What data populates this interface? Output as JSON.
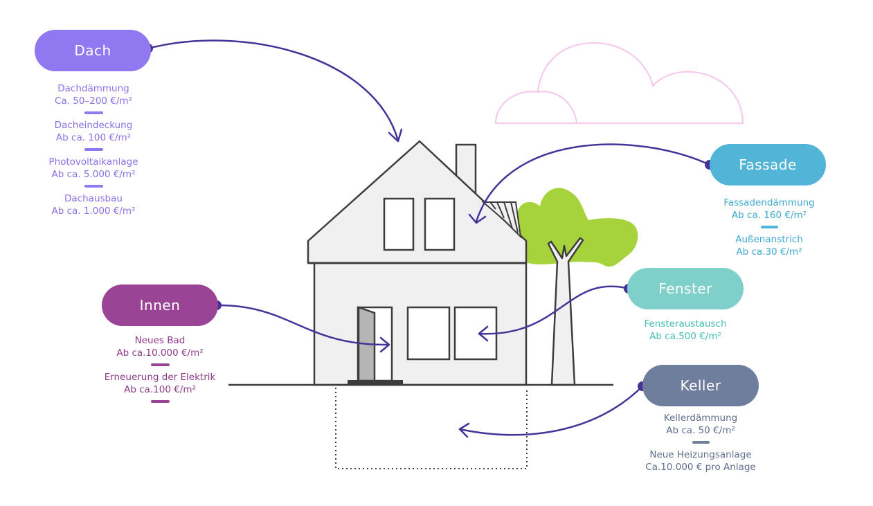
{
  "colors": {
    "dach": "#9079f0",
    "fassade": "#52b4d7",
    "fenster": "#7fd0ca",
    "innen": "#9a4496",
    "keller": "#6f7e9c",
    "arrow": "#46339a",
    "house_line": "#3d3d3d",
    "house_fill": "#f0f0f0",
    "tree": "#a6d23c",
    "cloud": "#f6c6ec"
  },
  "categories": {
    "dach": {
      "label": "Dach",
      "items": [
        {
          "name": "Dachdämmung",
          "price": "Ca. 50–200 €/m²"
        },
        {
          "name": "Dacheindeckung",
          "price": "Ab ca. 100 €/m²"
        },
        {
          "name": "Photovoltaikanlage",
          "price": "Ab ca. 5.000 €/m²"
        },
        {
          "name": "Dachausbau",
          "price": "Ab ca. 1.000 €/m²"
        }
      ]
    },
    "fassade": {
      "label": "Fassade",
      "items": [
        {
          "name": "Fassadendämmung",
          "price": "Ab ca. 160 €/m²"
        },
        {
          "name": "Außenanstrich",
          "price": "Ab ca.30 €/m²"
        }
      ]
    },
    "fenster": {
      "label": "Fenster",
      "items": [
        {
          "name": "Fensteraustausch",
          "price": "Ab ca.500 €/m²"
        }
      ]
    },
    "innen": {
      "label": "Innen",
      "items": [
        {
          "name": "Neues Bad",
          "price": "Ab ca.10.000 €/m²"
        },
        {
          "name": "Erneuerung der Elektrik",
          "price": "Ab ca.100 €/m²"
        }
      ]
    },
    "keller": {
      "label": "Keller",
      "items": [
        {
          "name": "Kellerdämmung",
          "price": "Ab ca. 50 €/m²"
        },
        {
          "name": "Neue Heizungsanlage",
          "price": "Ca.10.000 € pro Anlage"
        }
      ]
    }
  }
}
